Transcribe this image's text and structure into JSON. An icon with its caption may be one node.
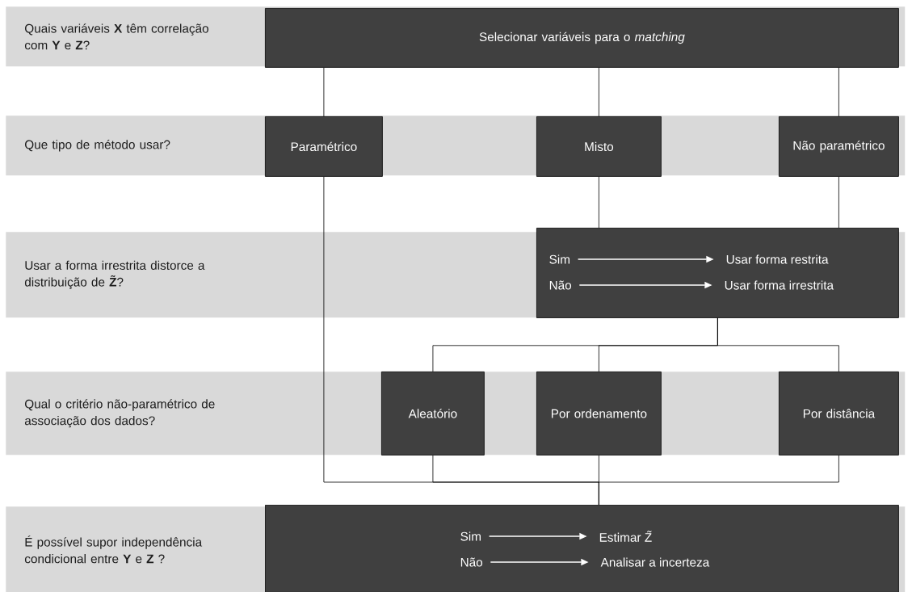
{
  "diagram": {
    "nodes": [
      {
        "text": [
          "Quais variáveis **X** têm correlação com **Y** e **Z**?"
        ]
      },
      {
        "text": [
          "Selecionar variáveis para o *matching*"
        ],
        "in": 0
      },
      {
        "text": [
          "Que tipo de método usar?"
        ]
      },
      {
        "text": [
          "Paramétrico"
        ],
        "in": 2
      },
      {
        "text": [
          "Misto"
        ],
        "in": 2
      },
      {
        "text": [
          "Não paramétrico"
        ],
        "in": 2
      },
      {
        "text": [
          "Usar a forma irrestrita distorce a distribuição de **Z̃**?"
        ]
      },
      {
        "text": [],
        "shape": "box",
        "in": 6
      },
      {
        "text": [
          "Sim"
        ],
        "in": 7
      },
      {
        "text": [
          "Usar forma restrita"
        ],
        "in": 7
      },
      {
        "text": [
          "Não"
        ],
        "in": 7
      },
      {
        "text": [
          "Usar forma irrestrita"
        ],
        "in": 7
      },
      {
        "text": [
          "Qual o critério não-paramétrico de associação dos dados?"
        ]
      },
      {
        "text": [
          "Aleatório"
        ],
        "in": 12
      },
      {
        "text": [
          "Por ordenamento"
        ],
        "in": 12
      },
      {
        "text": [
          "Por distância"
        ],
        "in": 12
      },
      {
        "text": [
          "É possível supor independência condicional entre **Y** e **Z** ?"
        ]
      },
      {
        "text": [],
        "shape": "box",
        "in": 16
      },
      {
        "text": [
          "Sim"
        ],
        "in": 17
      },
      {
        "text": [
          "Estimar Z̃"
        ],
        "in": 17
      },
      {
        "text": [
          "Não"
        ],
        "in": 17
      },
      {
        "text": [
          "Analisar a incerteza"
        ],
        "in": 17
      }
    ],
    "edges": [
      {
        "from": 1,
        "to": 3,
        "arrow": "none"
      },
      {
        "from": 1,
        "to": 4,
        "arrow": "none"
      },
      {
        "from": 1,
        "to": 5,
        "arrow": "none"
      },
      {
        "from": 3,
        "to": 17,
        "arrow": "none"
      },
      {
        "from": 4,
        "to": 7,
        "arrow": "none"
      },
      {
        "from": 5,
        "to": 7,
        "arrow": "none"
      },
      {
        "from": 8,
        "to": 9,
        "arrow": "to",
        "color": "#ffffff"
      },
      {
        "from": 10,
        "to": 11,
        "arrow": "to",
        "color": "#ffffff"
      },
      {
        "from": 7,
        "to": 13,
        "arrow": "none"
      },
      {
        "from": 7,
        "to": 14,
        "arrow": "none"
      },
      {
        "from": 7,
        "to": 15,
        "arrow": "none"
      },
      {
        "from": 13,
        "to": 17,
        "arrow": "none"
      },
      {
        "from": 14,
        "to": 17,
        "arrow": "none"
      },
      {
        "from": 15,
        "to": 17,
        "arrow": "none"
      },
      {
        "from": 18,
        "to": 19,
        "arrow": "to",
        "color": "#ffffff"
      },
      {
        "from": 20,
        "to": 21,
        "arrow": "to",
        "color": "#ffffff"
      }
    ]
  }
}
